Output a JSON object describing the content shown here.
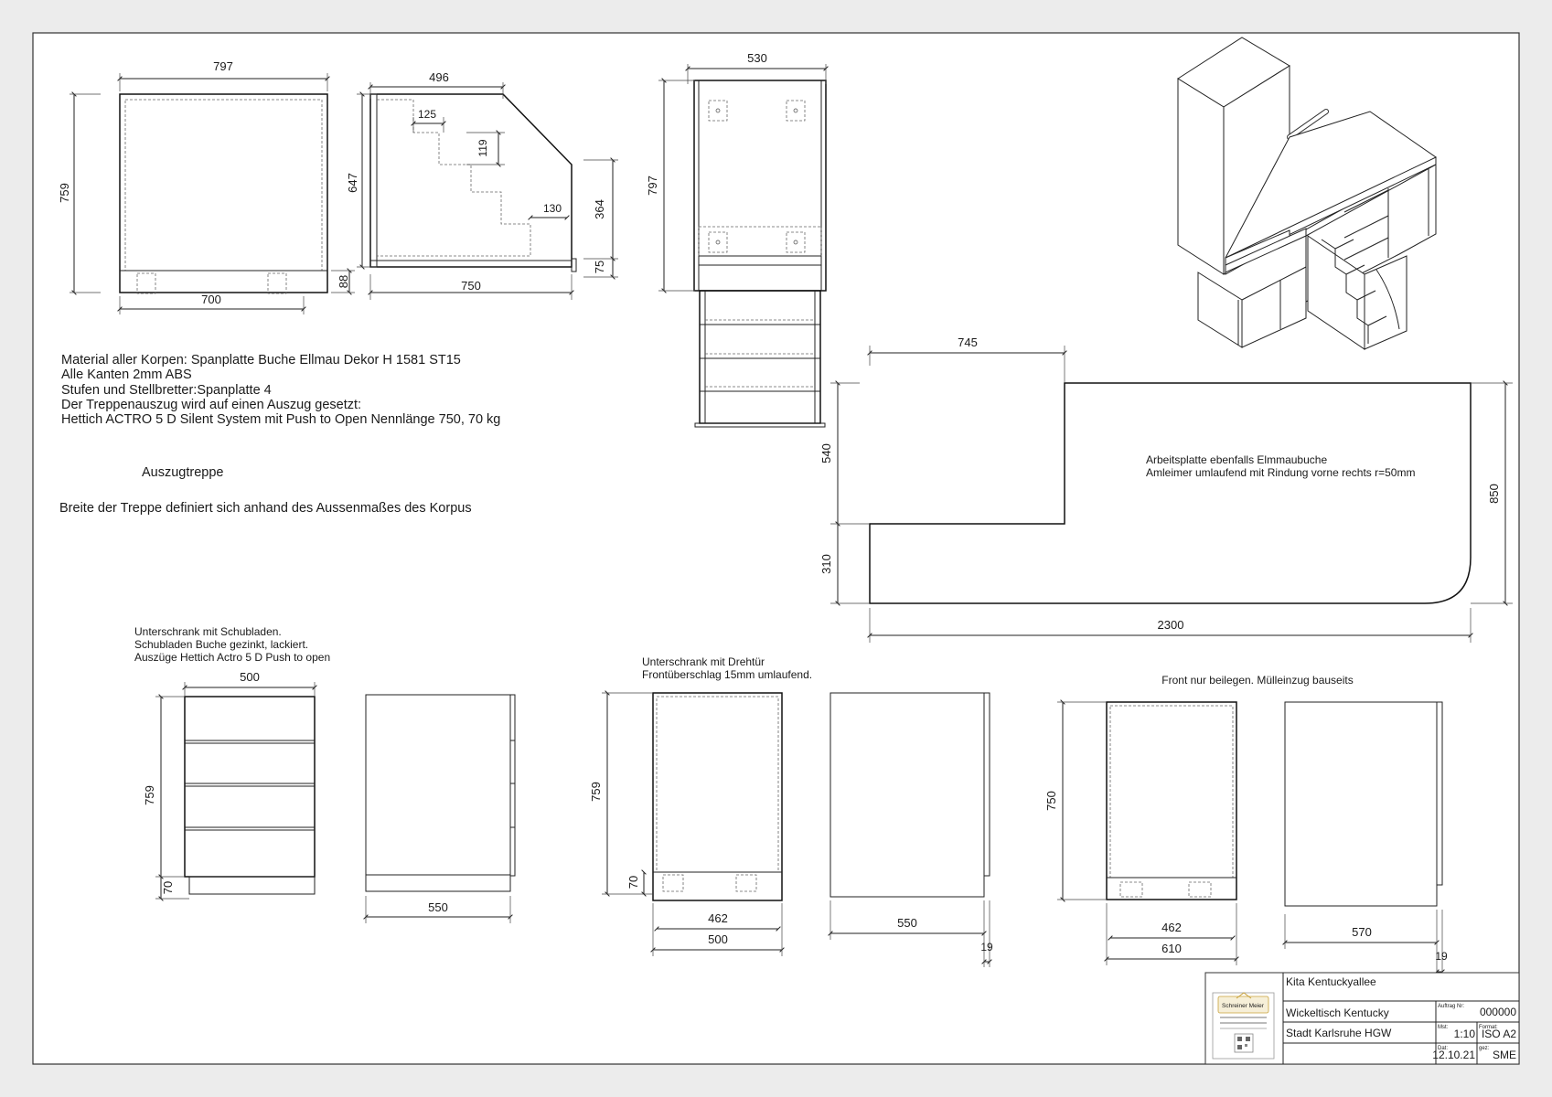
{
  "dimensions": {
    "d797a": "797",
    "d759a": "759",
    "d700": "700",
    "d88": "88",
    "d496": "496",
    "d647": "647",
    "d125": "125",
    "d119": "119",
    "d130": "130",
    "d364": "364",
    "d75": "75",
    "d750a": "750",
    "d530": "530",
    "d797b": "797",
    "d745": "745",
    "d540": "540",
    "d310": "310",
    "d850": "850",
    "d2300": "2300",
    "d500a": "500",
    "d759b": "759",
    "d70a": "70",
    "d550a": "550",
    "d759c": "759",
    "d70b": "70",
    "d462a": "462",
    "d500b": "500",
    "d550b": "550",
    "d19a": "19",
    "d750b": "750",
    "d462b": "462",
    "d610": "610",
    "d570": "570",
    "d19b": "19"
  },
  "notes": {
    "material": [
      "Material aller Korpen: Spanplatte Buche Ellmau Dekor  H 1581 ST15",
      "Alle Kanten 2mm ABS",
      "Stufen und Stellbretter:Spanplatte 4",
      "Der Treppenauszug wird auf einen Auszug gesetzt:",
      "Hettich ACTRO 5 D Silent System mit Push to Open Nennlänge 750, 70 kg"
    ],
    "stair_title": "Auszugtreppe",
    "stair_width": "Breite der Treppe definiert sich anhand des Aussenmaßes des Korpus",
    "worktop": [
      "Arbeitsplatte ebenfalls Elmmaubuche",
      "Amleimer umlaufend mit Rindung vorne rechts r=50mm"
    ],
    "drawer_cab": [
      "Unterschrank mit Schubladen.",
      "Schubladen Buche gezinkt, lackiert.",
      "Auszüge Hettich Actro 5 D Push to open"
    ],
    "door_cab": [
      "Unterschrank mit Drehtür",
      "Frontüberschlag 15mm umlaufend."
    ],
    "bin_cab": "Front nur beilegen. Mülleinzug bauseits"
  },
  "title_block": {
    "logo_text": "Schreiner Meier",
    "project": "Kita Kentuckyallee",
    "drawing": "Wickeltisch Kentucky",
    "client": "Stadt Karlsruhe HGW",
    "auftrag_label": "Auftrag Nr:",
    "auftrag": "000000",
    "mst_label": "Mst:",
    "mst": "1:10",
    "format_label": "Format:",
    "format": "ISO A2",
    "dat_label": "Dat:",
    "dat": "12.10.21",
    "gez_label": "gez:",
    "gez": "SME"
  }
}
